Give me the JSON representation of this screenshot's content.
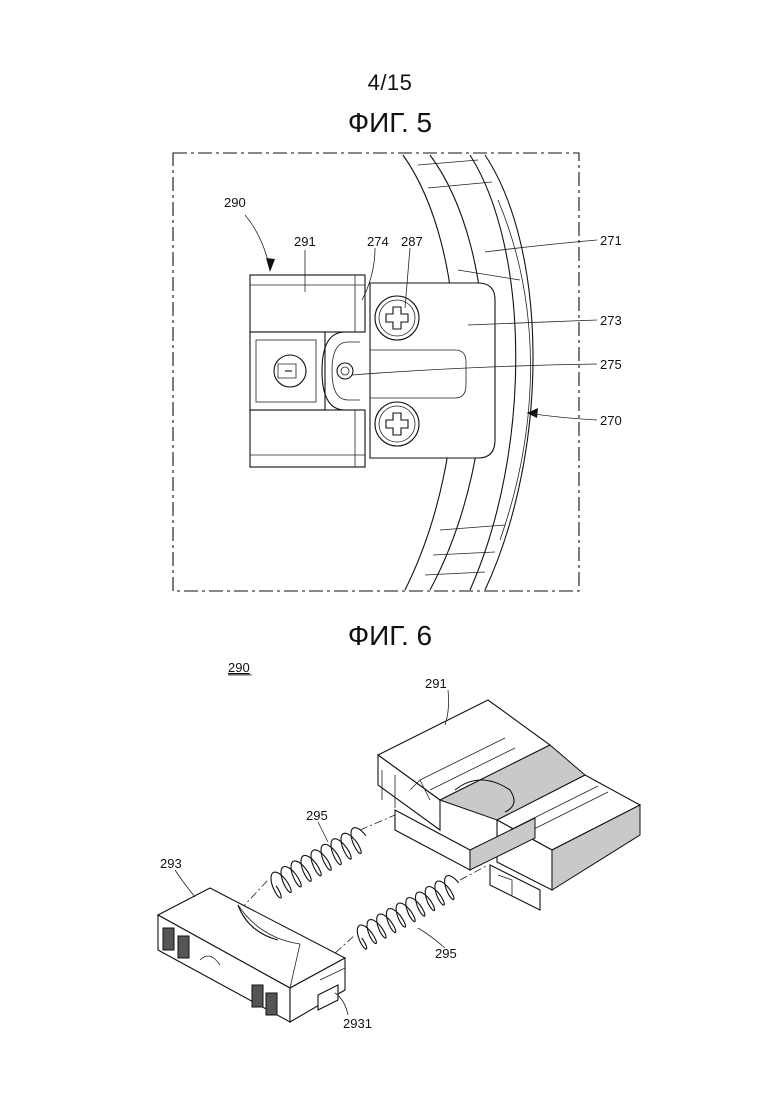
{
  "page_number": "4/15",
  "figures": [
    {
      "title": "ФИГ. 5",
      "labels": {
        "assembly": "290",
        "slider": "291",
        "l274": "274",
        "screw": "287",
        "rim": "271",
        "plate": "273",
        "pin": "275",
        "ring": "270"
      }
    },
    {
      "title": "ФИГ. 6",
      "assembly_label": "290",
      "labels": {
        "slider": "291",
        "spring_top": "295",
        "spring_bottom": "295",
        "block": "293",
        "block_tab": "2931"
      }
    }
  ]
}
